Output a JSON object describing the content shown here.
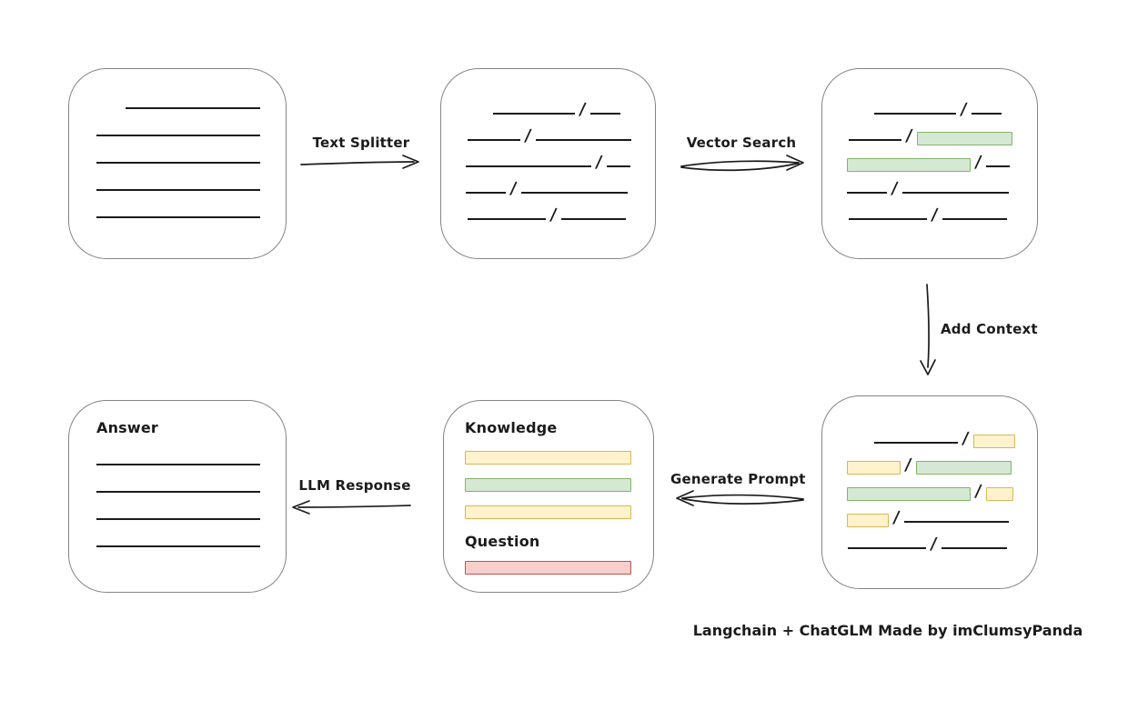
{
  "caption": "Langchain + ChatGLM Made by imClumsyPanda",
  "slash": "/",
  "colors": {
    "line": "#1b1b1b",
    "box_border": "#848484",
    "green_fill": "#d5e8d4",
    "green_border": "#82b366",
    "yellow_fill": "#fff2cc",
    "yellow_border": "#d6b656",
    "red_fill": "#f8cecc",
    "red_border": "#b85450"
  },
  "arrows": {
    "text_splitter": "Text Splitter",
    "vector_search": "Vector Search",
    "add_context": "Add Context",
    "generate_prompt": "Generate Prompt",
    "llm_response": "LLM Response"
  },
  "boxes": {
    "document": {
      "rows": [
        {
          "indent": 62,
          "segments": [
            {
              "kind": "line",
              "w": 148
            }
          ]
        },
        {
          "indent": 30,
          "segments": [
            {
              "kind": "line",
              "w": 180
            }
          ]
        },
        {
          "indent": 30,
          "segments": [
            {
              "kind": "line",
              "w": 180
            }
          ]
        },
        {
          "indent": 30,
          "segments": [
            {
              "kind": "line",
              "w": 180
            }
          ]
        },
        {
          "indent": 30,
          "segments": [
            {
              "kind": "line",
              "w": 180
            }
          ]
        }
      ]
    },
    "chunks": {
      "rows": [
        {
          "indent": 57,
          "segments": [
            {
              "kind": "line",
              "w": 90
            },
            {
              "kind": "line",
              "w": 33
            }
          ]
        },
        {
          "indent": 29,
          "segments": [
            {
              "kind": "line",
              "w": 58
            },
            {
              "kind": "line",
              "w": 105
            }
          ]
        },
        {
          "indent": 27,
          "segments": [
            {
              "kind": "line",
              "w": 138
            },
            {
              "kind": "line",
              "w": 26
            }
          ]
        },
        {
          "indent": 27,
          "segments": [
            {
              "kind": "line",
              "w": 44
            },
            {
              "kind": "line",
              "w": 117
            }
          ]
        },
        {
          "indent": 29,
          "segments": [
            {
              "kind": "line",
              "w": 86
            },
            {
              "kind": "line",
              "w": 71
            }
          ]
        }
      ]
    },
    "vector_results": {
      "rows": [
        {
          "indent": 57,
          "segments": [
            {
              "kind": "line",
              "w": 90
            },
            {
              "kind": "line",
              "w": 33
            }
          ]
        },
        {
          "indent": 29,
          "segments": [
            {
              "kind": "line",
              "w": 58
            },
            {
              "kind": "bar",
              "color": "green",
              "w": 105
            }
          ]
        },
        {
          "indent": 27,
          "segments": [
            {
              "kind": "bar",
              "color": "green",
              "w": 136
            },
            {
              "kind": "line",
              "w": 26
            }
          ]
        },
        {
          "indent": 27,
          "segments": [
            {
              "kind": "line",
              "w": 44
            },
            {
              "kind": "line",
              "w": 117
            }
          ]
        },
        {
          "indent": 29,
          "segments": [
            {
              "kind": "line",
              "w": 86
            },
            {
              "kind": "line",
              "w": 71
            }
          ]
        }
      ]
    },
    "context_chunks": {
      "rows": [
        {
          "indent": 57,
          "segments": [
            {
              "kind": "line",
              "w": 92
            },
            {
              "kind": "bar",
              "color": "yellow",
              "w": 46
            }
          ]
        },
        {
          "indent": 27,
          "segments": [
            {
              "kind": "bar",
              "color": "yellow",
              "w": 59
            },
            {
              "kind": "bar",
              "color": "green",
              "w": 105
            }
          ]
        },
        {
          "indent": 27,
          "segments": [
            {
              "kind": "bar",
              "color": "green",
              "w": 136
            },
            {
              "kind": "bar",
              "color": "yellow",
              "w": 30
            }
          ]
        },
        {
          "indent": 27,
          "segments": [
            {
              "kind": "bar",
              "color": "yellow",
              "w": 46
            },
            {
              "kind": "line",
              "w": 115
            }
          ]
        },
        {
          "indent": 28,
          "segments": [
            {
              "kind": "line",
              "w": 86
            },
            {
              "kind": "line",
              "w": 72
            }
          ]
        }
      ]
    },
    "prompt": {
      "knowledge_label": "Knowledge",
      "question_label": "Question",
      "knowledge_rows": [
        {
          "indent": 0,
          "segments": [
            {
              "kind": "bar",
              "color": "yellow",
              "w": 183
            }
          ]
        },
        {
          "indent": 0,
          "segments": [
            {
              "kind": "bar",
              "color": "green",
              "w": 183
            }
          ]
        },
        {
          "indent": 0,
          "segments": [
            {
              "kind": "bar",
              "color": "yellow",
              "w": 183
            }
          ]
        }
      ],
      "question_rows": [
        {
          "indent": 0,
          "segments": [
            {
              "kind": "bar",
              "color": "red",
              "w": 183
            }
          ]
        }
      ]
    },
    "answer": {
      "label": "Answer",
      "rows": [
        {
          "indent": 0,
          "segments": [
            {
              "kind": "line",
              "w": 180
            }
          ]
        },
        {
          "indent": 0,
          "segments": [
            {
              "kind": "line",
              "w": 180
            }
          ]
        },
        {
          "indent": 0,
          "segments": [
            {
              "kind": "line",
              "w": 180
            }
          ]
        },
        {
          "indent": 0,
          "segments": [
            {
              "kind": "line",
              "w": 180
            }
          ]
        }
      ]
    }
  }
}
